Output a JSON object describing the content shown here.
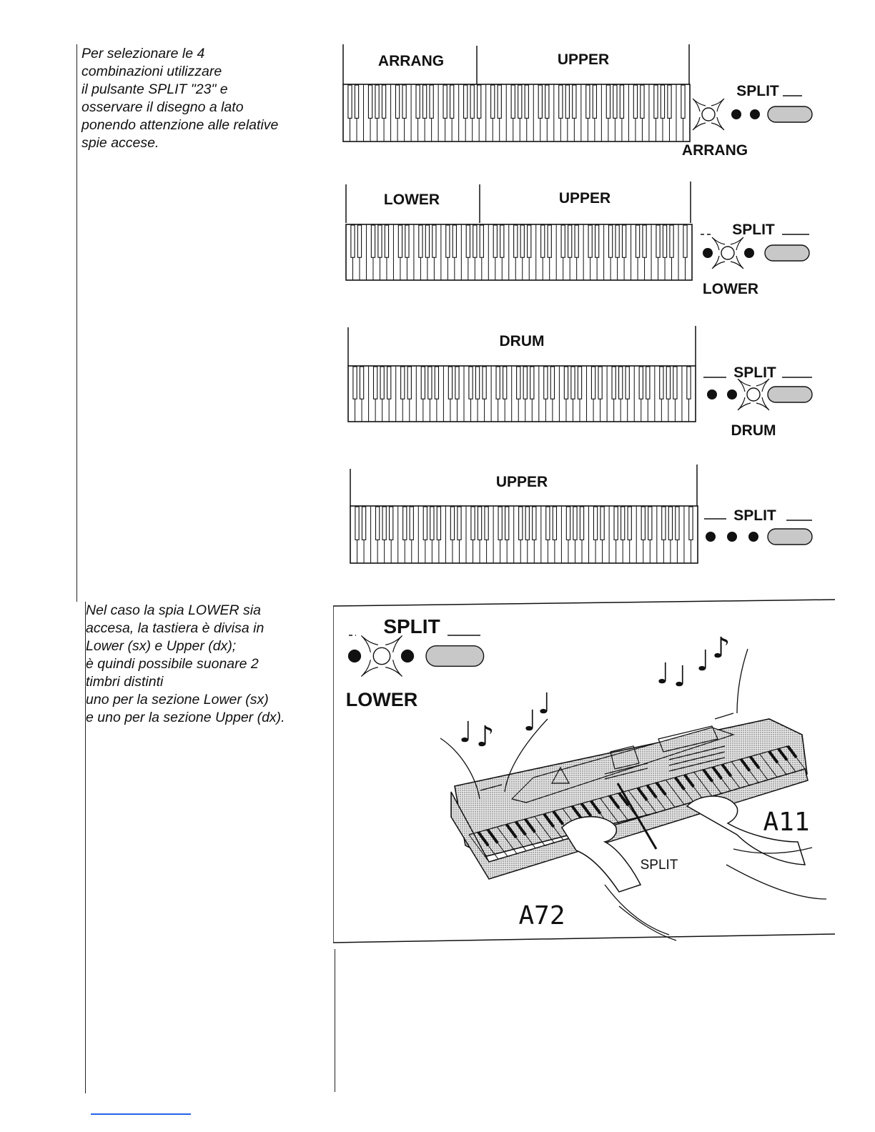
{
  "text": {
    "intro": "Per selezionare le 4\ncombinazioni utilizzare\nil pulsante SPLIT \"23\" e\nosservare il disegno a lato\nponendo attenzione alle relative\nspie accese.",
    "lower_note": "Nel caso la spia LOWER sia\naccesa, la tastiera è divisa in\nLower (sx) e Upper (dx);\nè quindi possibile suonare 2\ntimbri distinti\nuno per la sezione Lower (sx)\ne uno per la sezione Upper (dx)."
  },
  "keyboards": [
    {
      "zones": [
        "ARRANG",
        "UPPER"
      ],
      "split_label": "SPLIT",
      "mode_label": "ARRANG",
      "lit_led": 1
    },
    {
      "zones": [
        "LOWER",
        "UPPER"
      ],
      "split_label": "SPLIT",
      "mode_label": "LOWER",
      "lit_led": 2
    },
    {
      "zones": [
        "DRUM"
      ],
      "split_label": "SPLIT",
      "mode_label": "DRUM",
      "lit_led": 3
    },
    {
      "zones": [
        "UPPER"
      ],
      "split_label": "SPLIT",
      "mode_label": "",
      "lit_led": 0
    }
  ],
  "illustration": {
    "split_title": "SPLIT",
    "mode_label": "LOWER",
    "split_point_label": "SPLIT",
    "left_key": "A72",
    "right_key": "A11"
  },
  "colors": {
    "ink": "#111111",
    "button_fill": "#c8c8c8",
    "footer_rule": "#2563eb"
  }
}
